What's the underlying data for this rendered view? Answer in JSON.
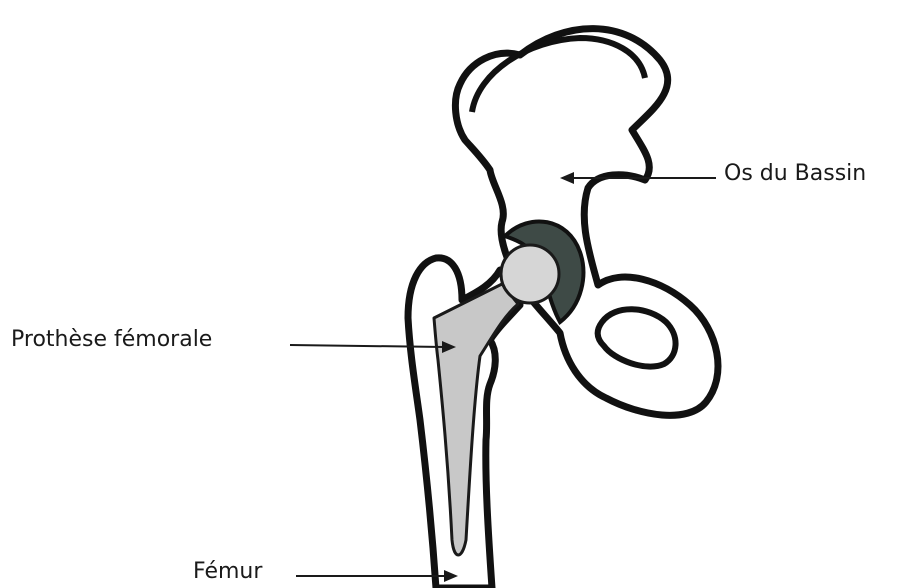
{
  "labels": {
    "pelvis": "Os du Bassin",
    "prosthesis": "Prothèse fémorale",
    "femur": "Fémur"
  },
  "colors": {
    "bone_outline": "#111111",
    "implant_fill": "#c8c8c8",
    "acetabular_cup": "#3e4a46",
    "background": "#ffffff"
  }
}
